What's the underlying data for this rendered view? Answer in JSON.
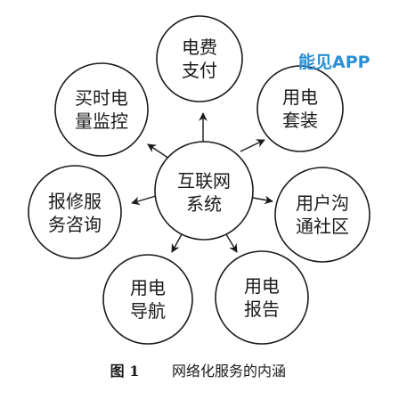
{
  "diagram": {
    "center": {
      "line1": "互联网",
      "line2": "系统"
    },
    "nodes": [
      {
        "id": "electricity-payment",
        "line1": "电费",
        "line2": "支付"
      },
      {
        "id": "realtime-metering",
        "line1": "买时电",
        "line2": "量监控"
      },
      {
        "id": "power-package",
        "line1": "用电",
        "line2": "套装"
      },
      {
        "id": "repair-consult",
        "line1": "报修服",
        "line2": "务咨询"
      },
      {
        "id": "user-community",
        "line1": "用户沟",
        "line2": "通社区"
      },
      {
        "id": "power-navigation",
        "line1": "用电",
        "line2": "导航"
      },
      {
        "id": "power-report",
        "line1": "用电",
        "line2": "报告"
      }
    ]
  },
  "caption": {
    "figure_label": "图 1",
    "title": "网络化服务的内涵"
  },
  "watermark": {
    "text": "能见APP"
  },
  "colors": {
    "stroke": "#1a1a1a",
    "watermark": "#2a8fd4"
  }
}
